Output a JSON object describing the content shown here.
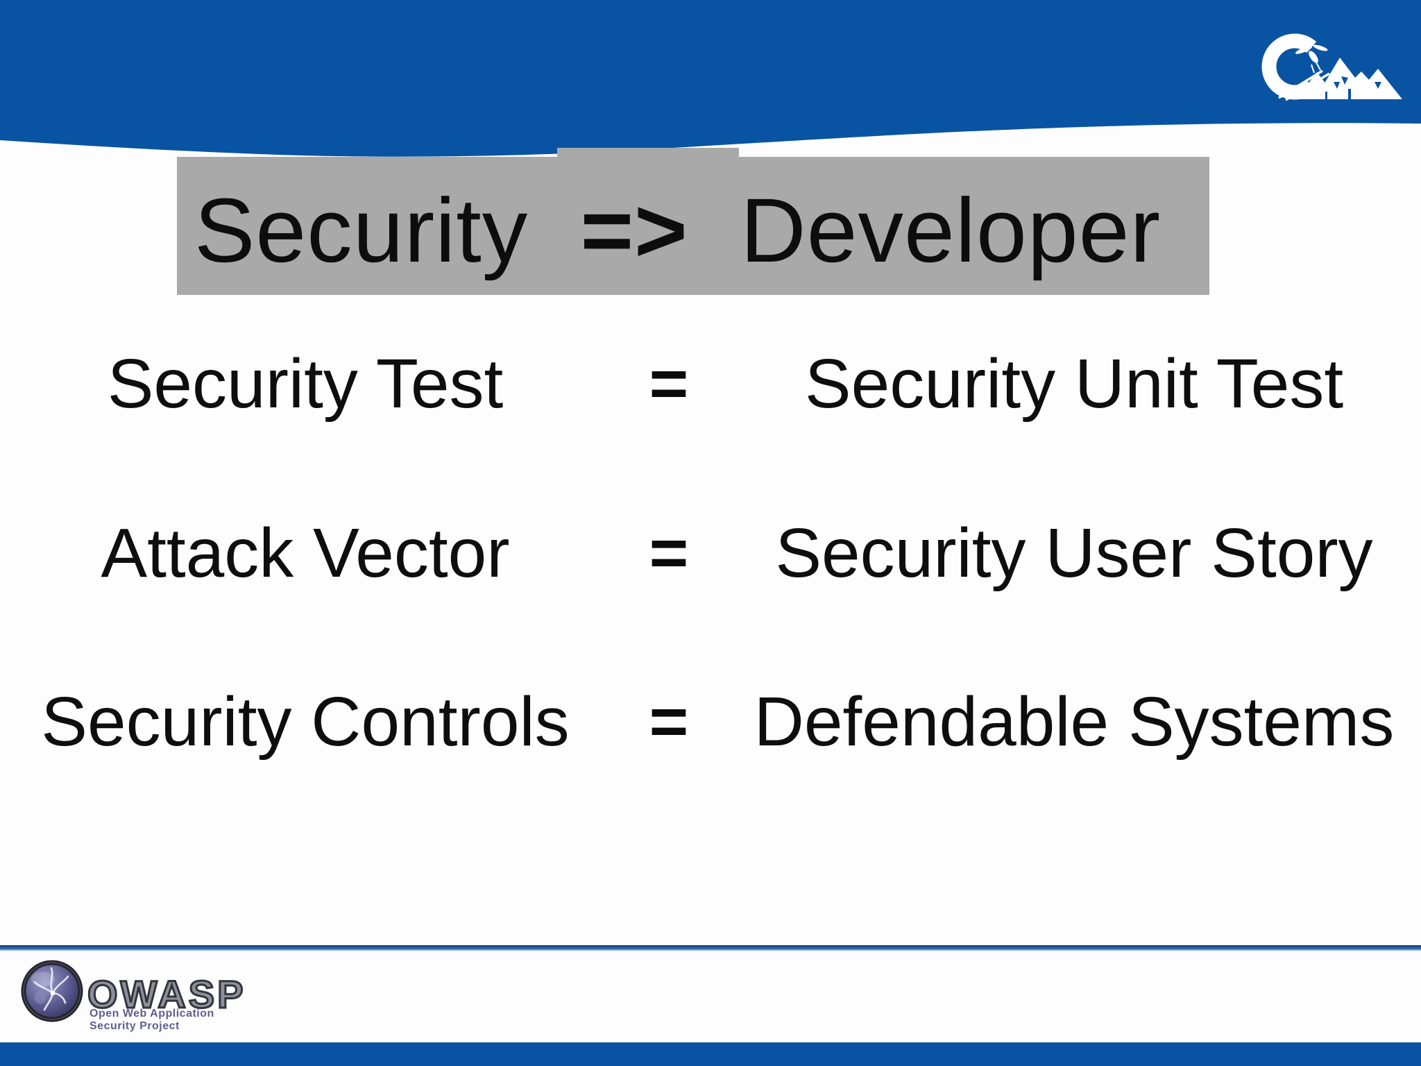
{
  "slide": {
    "title": {
      "left": "Security",
      "arrow": "=>",
      "right": "Developer"
    },
    "rows": [
      {
        "left": "Security Test",
        "eq": "=",
        "right": "Security Unit Test"
      },
      {
        "left": "Attack Vector",
        "eq": "=",
        "right": "Security User Story"
      },
      {
        "left": "Security Controls",
        "eq": "=",
        "right": "Defendable Systems"
      }
    ],
    "footer": {
      "brand": "OWASP",
      "tagline_line1": "Open Web Application",
      "tagline_line2": "Security Project"
    },
    "colors": {
      "header_blue": "#0953a3",
      "highlight_gray": "#a9a9a9",
      "footer_rule_blue": "#2a65a9",
      "footer_bar_blue": "#0953a3",
      "text": "#0e0e0e",
      "owasp_tagline_purple": "#5e5e90"
    },
    "icons": [
      "conference-c-mountains-wasp-logo",
      "owasp-wasp-circle-logo"
    ]
  }
}
